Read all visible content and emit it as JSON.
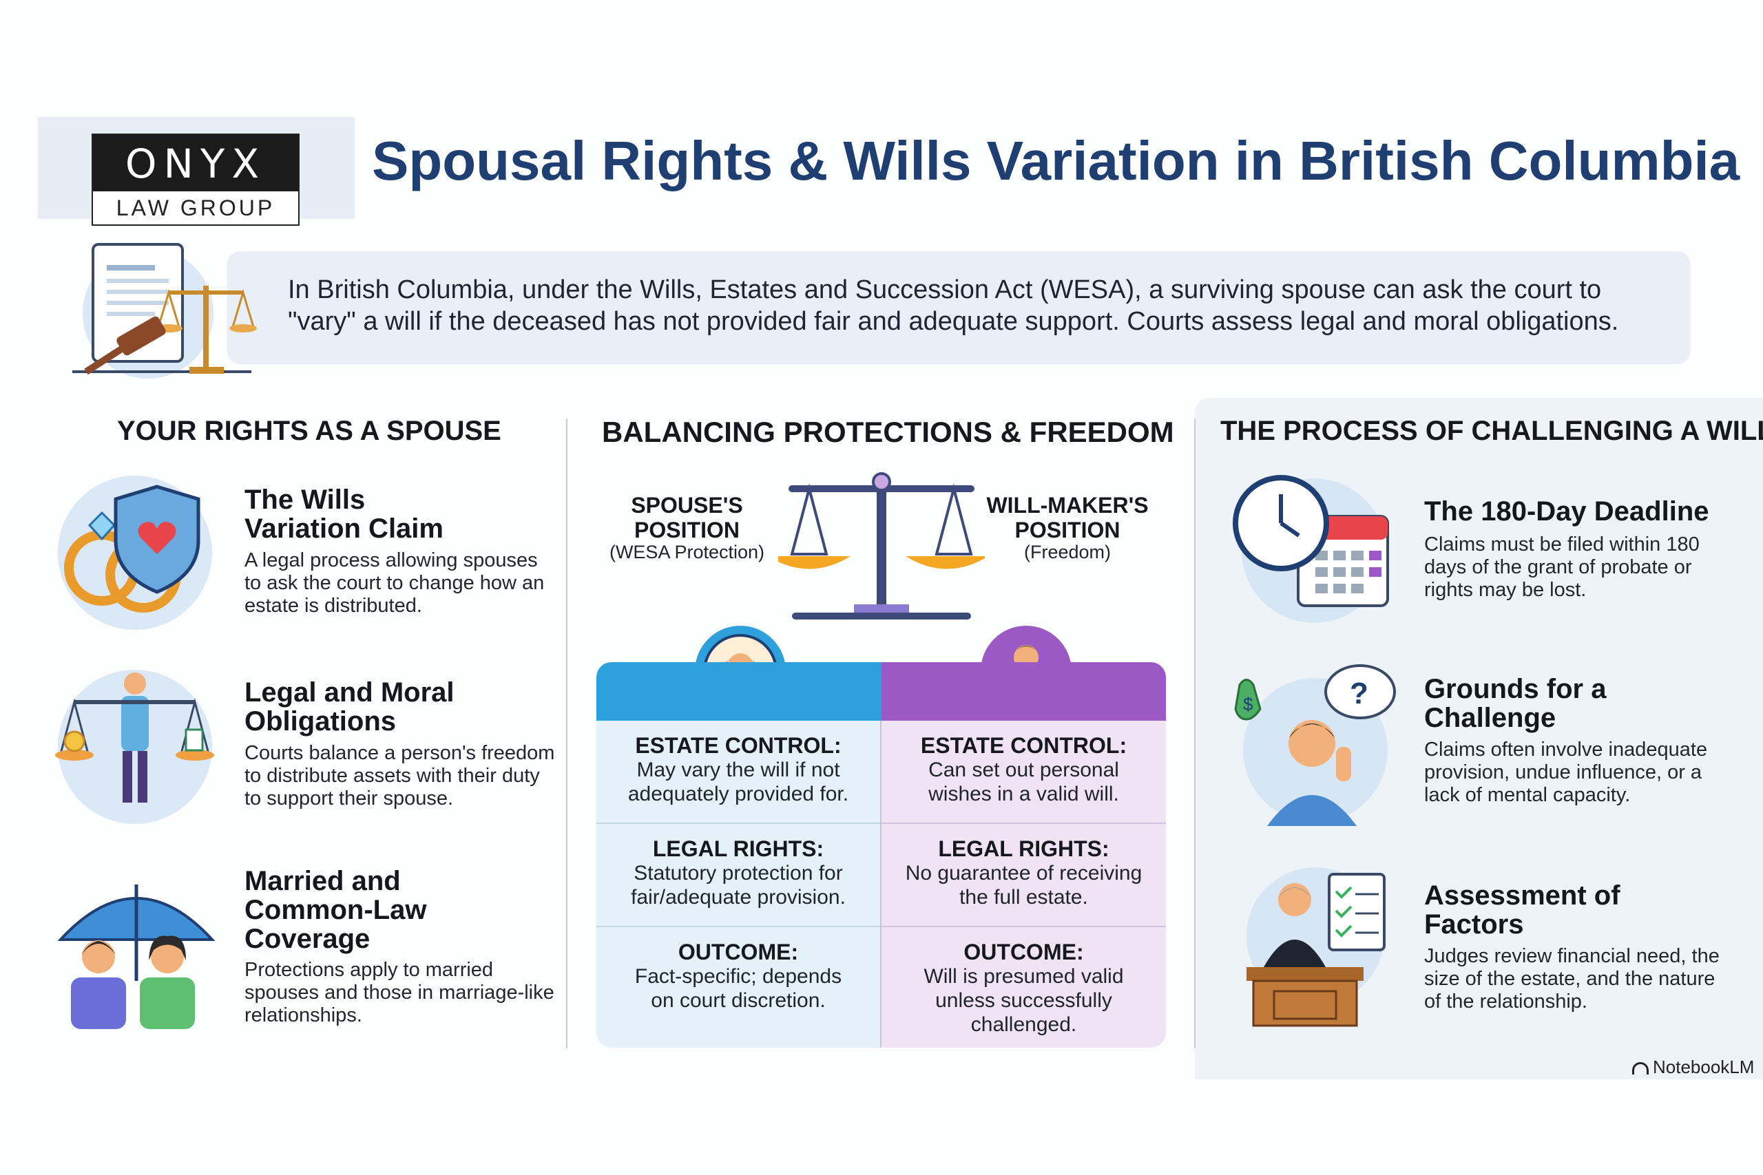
{
  "header": {
    "logo_top": "ONYX",
    "logo_bottom": "LAW GROUP",
    "title": "Spousal Rights & Wills Variation in British Columbia"
  },
  "intro": {
    "text": "In British Columbia, under the Wills, Estates and Succession Act (WESA), a surviving spouse can ask the court to \"vary\" a will if the deceased has not provided fair and adequate support. Courts assess legal and moral obligations."
  },
  "left_section": {
    "heading": "YOUR RIGHTS AS A SPOUSE",
    "items": [
      {
        "icon": "rings-shield-icon",
        "title": "The Wills Variation Claim",
        "desc": "A legal process allowing spouses to ask the court to change how an estate is distributed."
      },
      {
        "icon": "person-balance-icon",
        "title": "Legal and Moral Obligations",
        "desc": "Courts balance a person's freedom to distribute assets with their duty to support their spouse."
      },
      {
        "icon": "umbrella-couple-icon",
        "title": "Married and Common-Law Coverage",
        "desc": "Protections apply to married spouses and those in marriage-like relationships."
      }
    ]
  },
  "middle_section": {
    "heading": "BALANCING PROTECTIONS & FREEDOM",
    "left_position": {
      "label": "SPOUSE'S POSITION",
      "sub": "(WESA Protection)"
    },
    "right_position": {
      "label": "WILL-MAKER'S POSITION",
      "sub": "(Freedom)"
    },
    "rows": [
      {
        "left_label": "ESTATE CONTROL:",
        "left_val": "May vary the will if not adequately provided for.",
        "right_label": "ESTATE CONTROL:",
        "right_val": "Can set out personal wishes in a valid will."
      },
      {
        "left_label": "LEGAL RIGHTS:",
        "left_val": "Statutory protection for fair/adequate provision.",
        "right_label": "LEGAL RIGHTS:",
        "right_val": "No guarantee of receiving the full estate."
      },
      {
        "left_label": "OUTCOME:",
        "left_val": "Fact-specific; depends on court discretion.",
        "right_label": "OUTCOME:",
        "right_val": "Will is presumed valid unless successfully challenged."
      }
    ],
    "colors": {
      "spouse": "#2ea0dc",
      "willmaker": "#9b59c6"
    }
  },
  "right_section": {
    "heading": "THE PROCESS OF CHALLENGING A WILL",
    "items": [
      {
        "icon": "clock-calendar-icon",
        "title": "The 180-Day Deadline",
        "desc": "Claims must be filed within 180 days of the grant of probate or rights may be lost."
      },
      {
        "icon": "thinking-person-icon",
        "title": "Grounds for a Challenge",
        "desc": "Claims often involve inadequate provision, undue influence, or a lack of mental capacity."
      },
      {
        "icon": "judge-checklist-icon",
        "title": "Assessment of Factors",
        "desc": "Judges review financial need, the size of the estate, and the nature of the relationship."
      }
    ]
  },
  "footer": {
    "brand": "NotebookLM"
  }
}
